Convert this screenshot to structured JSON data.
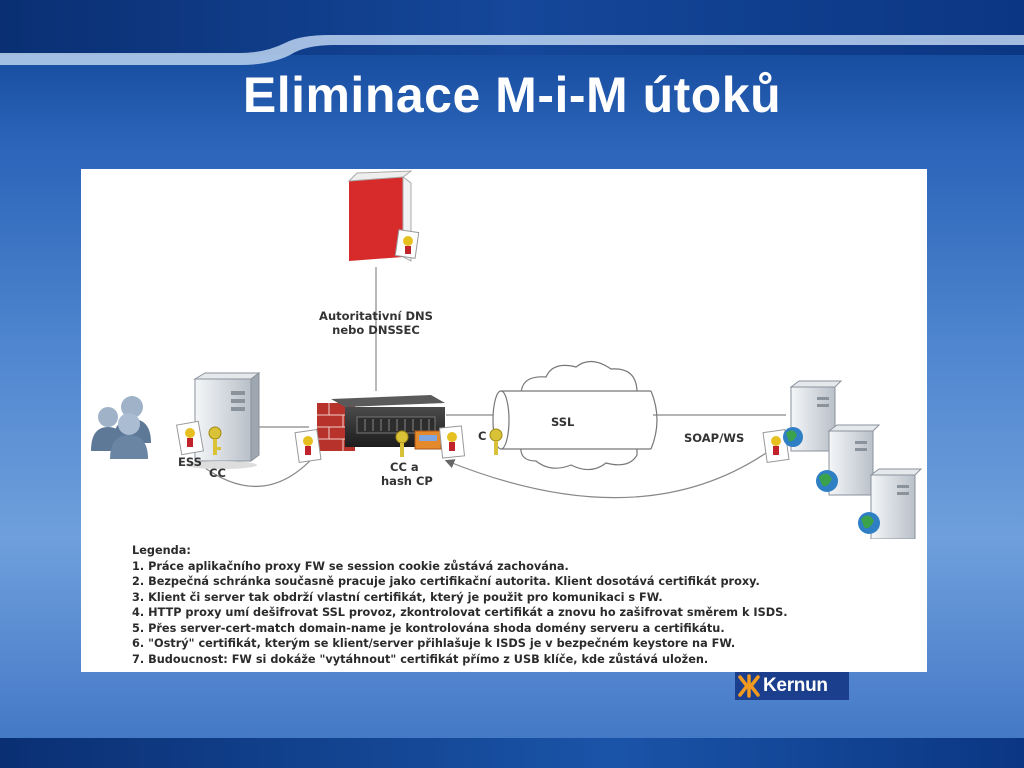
{
  "slide": {
    "title": "Eliminace M-i-M útoků"
  },
  "diagram": {
    "labels": {
      "dns": "Autoritativní DNS\nnebo DNSSEC",
      "ssl": "SSL",
      "soap": "SOAP/WS",
      "ess": "ESS",
      "cc_left": "CC",
      "cc_a": "CC a",
      "hash_cp": "hash CP",
      "c": "C"
    },
    "legend": {
      "heading": "Legenda:",
      "items": [
        "1. Práce aplikačního proxy FW se session cookie zůstává zachována.",
        "2. Bezpečná schránka současně pracuje jako certifikační autorita. Klient dosotává certifikát proxy.",
        "3. Klient či server tak obdrží vlastní certifikát, který je použit pro komunikaci s FW.",
        "4. HTTP proxy umí dešifrovat SSL provoz, zkontrolovat certifikát a znovu ho zašifrovat směrem k ISDS.",
        "5. Přes server-cert-match domain-name je kontrolována shoda domény serveru a certifikátu.",
        "6. \"Ostrý\" certifikát, kterým se klient/server přihlašuje k ISDS je v bezpečném keystore na FW.",
        "7. Budoucnost: FW si dokáže \"vytáhnout\" certifikát přímo z USB klíče, kde zůstává uložen."
      ]
    }
  },
  "logo": {
    "text": "Kernun"
  },
  "colors": {
    "title": "#ffffff",
    "background": "#4f86cf",
    "brand": "#1b3f8c"
  }
}
